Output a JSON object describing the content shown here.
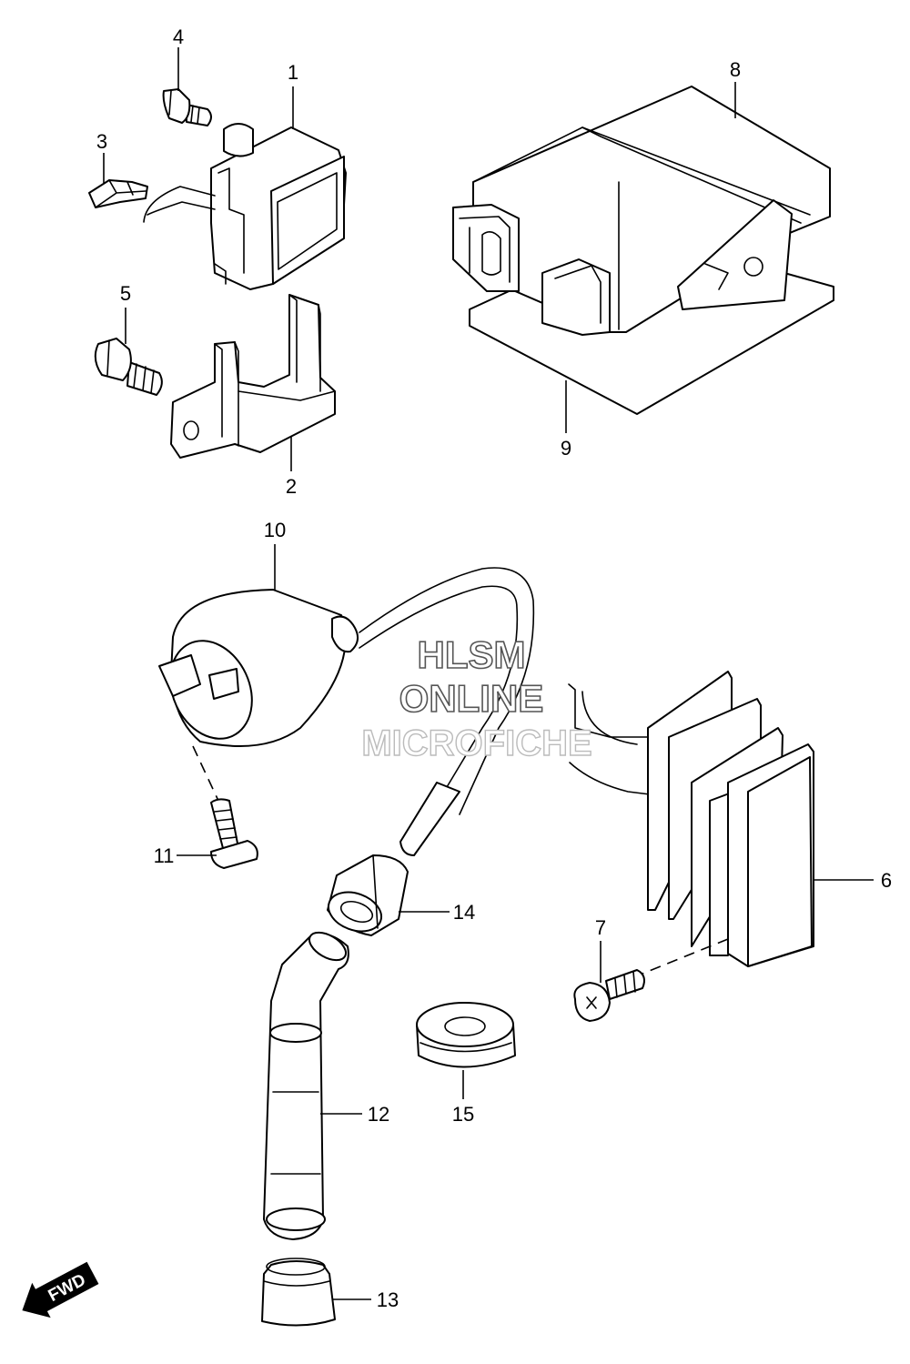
{
  "callouts": {
    "c1": "1",
    "c2": "2",
    "c3": "3",
    "c4": "4",
    "c5": "5",
    "c6": "6",
    "c7": "7",
    "c8": "8",
    "c9": "9",
    "c10": "10",
    "c11": "11",
    "c12": "12",
    "c13": "13",
    "c14": "14",
    "c15": "15"
  },
  "watermark": {
    "line1": "HLSM",
    "line2": "ONLINE",
    "line3": "MICROFICHE"
  },
  "direction_badge": {
    "label": "FWD"
  }
}
